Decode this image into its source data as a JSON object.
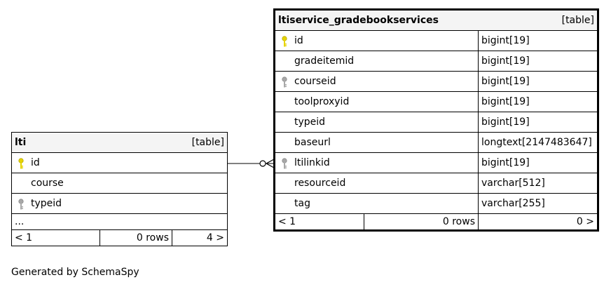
{
  "tables": {
    "lti": {
      "name": "lti",
      "type": "[table]",
      "columns": [
        {
          "name": "id",
          "key": "primary"
        },
        {
          "name": "course",
          "key": ""
        },
        {
          "name": "typeid",
          "key": "foreign"
        }
      ],
      "more": "...",
      "footer": {
        "parents": "< 1",
        "rows": "0 rows",
        "children": "4 >"
      }
    },
    "gradebook": {
      "name": "ltiservice_gradebookservices",
      "type": "[table]",
      "columns": [
        {
          "name": "id",
          "datatype": "bigint[19]",
          "key": "primary"
        },
        {
          "name": "gradeitemid",
          "datatype": "bigint[19]",
          "key": ""
        },
        {
          "name": "courseid",
          "datatype": "bigint[19]",
          "key": "foreign"
        },
        {
          "name": "toolproxyid",
          "datatype": "bigint[19]",
          "key": ""
        },
        {
          "name": "typeid",
          "datatype": "bigint[19]",
          "key": ""
        },
        {
          "name": "baseurl",
          "datatype": "longtext[2147483647]",
          "key": ""
        },
        {
          "name": "ltilinkid",
          "datatype": "bigint[19]",
          "key": "foreign"
        },
        {
          "name": "resourceid",
          "datatype": "varchar[512]",
          "key": ""
        },
        {
          "name": "tag",
          "datatype": "varchar[255]",
          "key": ""
        }
      ],
      "footer": {
        "parents": "< 1",
        "rows": "0 rows",
        "children": "0 >"
      }
    }
  },
  "colors": {
    "primary_key": "#e6d400",
    "foreign_key": "#a8a8a8",
    "header_bg": "#f4f4f4"
  },
  "footer_text": "Generated by SchemaSpy"
}
